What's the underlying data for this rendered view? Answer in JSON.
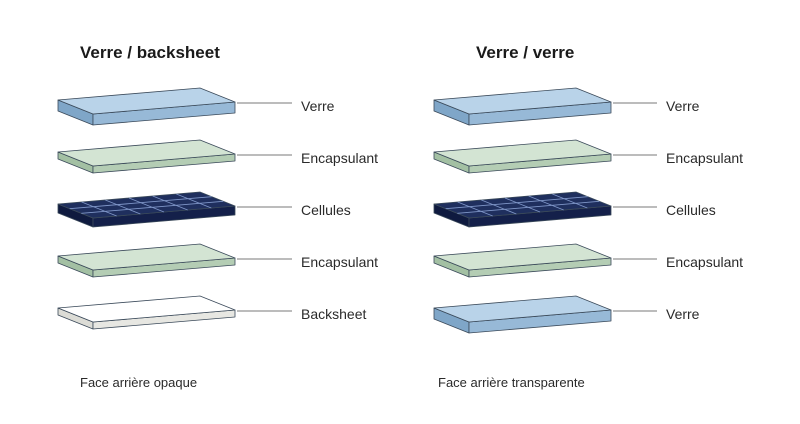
{
  "stacks": [
    {
      "title": "Verre / backsheet",
      "caption": "Face arrière opaque",
      "layers": [
        {
          "label": "Verre",
          "material": "glass"
        },
        {
          "label": "Encapsulant",
          "material": "encapsulant"
        },
        {
          "label": "Cellules",
          "material": "cells"
        },
        {
          "label": "Encapsulant",
          "material": "encapsulant"
        },
        {
          "label": "Backsheet",
          "material": "backsheet"
        }
      ]
    },
    {
      "title": "Verre / verre",
      "caption": "Face arrière transparente",
      "layers": [
        {
          "label": "Verre",
          "material": "glass"
        },
        {
          "label": "Encapsulant",
          "material": "encapsulant"
        },
        {
          "label": "Cellules",
          "material": "cells"
        },
        {
          "label": "Encapsulant",
          "material": "encapsulant"
        },
        {
          "label": "Verre",
          "material": "glass"
        }
      ]
    }
  ],
  "colors": {
    "glass_top": "#b9d3e9",
    "glass_side": "#97b9d7",
    "glass_left": "#7fa6c8",
    "encapsulant_top": "#d3e4d3",
    "encapsulant_side": "#b4cdb4",
    "encapsulant_left": "#a3c0a3",
    "cells_top": "#1f2f5e",
    "cells_side": "#14204a",
    "cells_left": "#0f1a3f",
    "cells_grid": "#7f96c8",
    "backsheet_top": "#ffffff",
    "backsheet_side": "#e7e7e2",
    "backsheet_left": "#dcdcd6"
  }
}
